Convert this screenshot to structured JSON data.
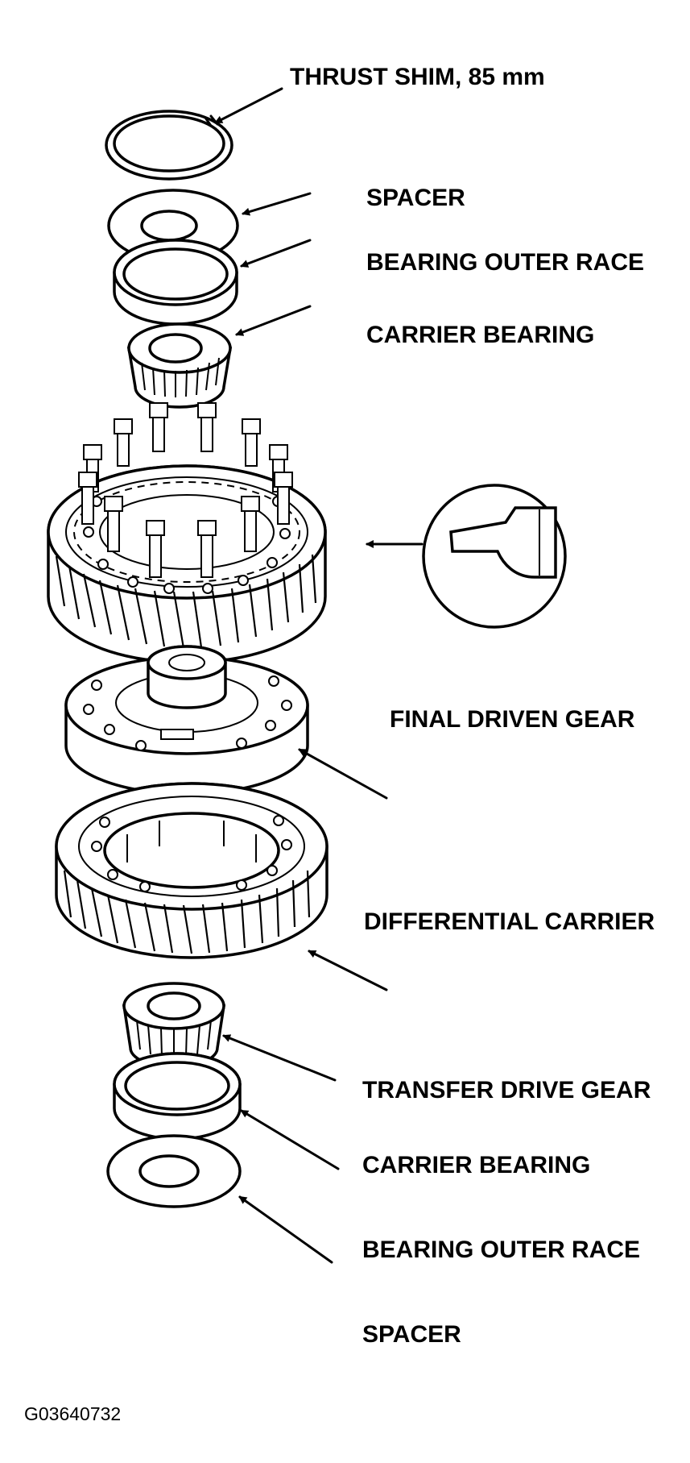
{
  "diagram": {
    "labels": {
      "thrust_shim": "THRUST SHIM, 85 mm",
      "spacer_top": "SPACER",
      "outer_race_top": "BEARING OUTER RACE",
      "carrier_bearing_top": "CARRIER BEARING",
      "final_driven_gear": "FINAL DRIVEN GEAR",
      "differential_carrier": "DIFFERENTIAL CARRIER",
      "transfer_drive_gear": "TRANSFER DRIVE GEAR",
      "carrier_bearing_bottom": "CARRIER BEARING",
      "outer_race_bottom": "BEARING OUTER RACE",
      "spacer_bottom": "SPACER"
    },
    "figure_code": "G03640732"
  }
}
